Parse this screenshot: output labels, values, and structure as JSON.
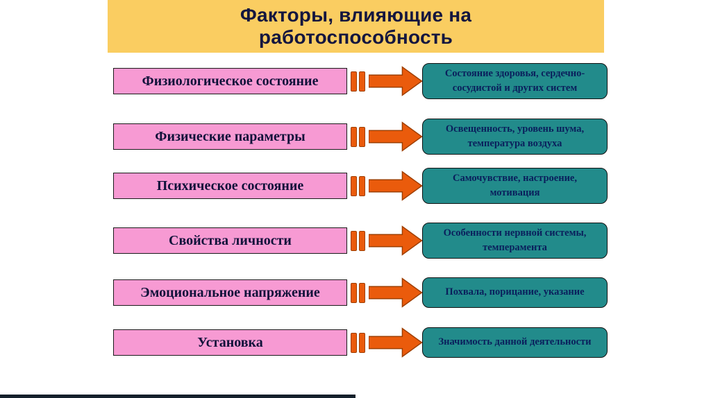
{
  "slide": {
    "title": "Факторы, влияющие на работоспособность",
    "colors": {
      "title_bg": "#FACD61",
      "factor_bg": "#F79AD3",
      "detail_bg": "#228B8B",
      "arrow": "#EA5B0C",
      "text": "#10123a"
    }
  },
  "rows": [
    {
      "factor": "Физиологическое состояние",
      "detail": "Состояние здоровья, сердечно-сосудистой и других систем"
    },
    {
      "factor": "Физические параметры",
      "detail": "Освещенность, уровень шума, температура воздуха"
    },
    {
      "factor": "Психическое состояние",
      "detail": "Самочувствие, настроение, мотивация"
    },
    {
      "factor": "Свойства личности",
      "detail": "Особенности нервной системы, темперамента"
    },
    {
      "factor": "Эмоциональное напряжение",
      "detail": "Похвала, порицание, указание"
    },
    {
      "factor": "Установка",
      "detail": "Значимость данной деятельности"
    }
  ]
}
